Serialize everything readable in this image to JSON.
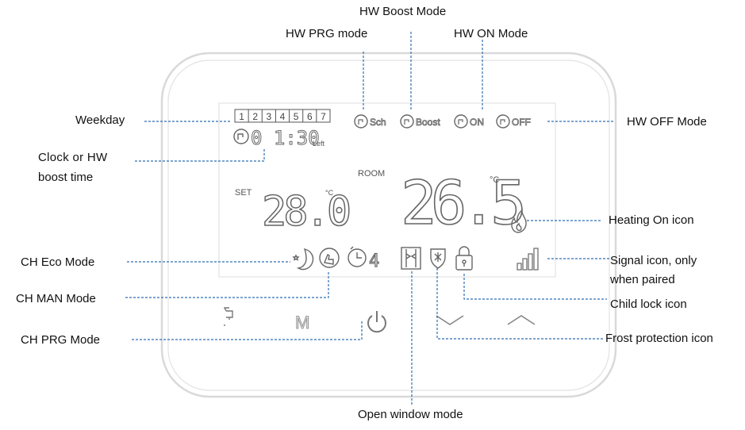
{
  "labels": {
    "hw_boost_mode": "HW Boost Mode",
    "hw_prg_mode": "HW PRG mode",
    "hw_on_mode": "HW ON Mode",
    "hw_off_mode": "HW OFF Mode",
    "weekday": "Weekday",
    "clock_line1": "Clock  or  HW",
    "clock_line2": "boost time",
    "heating_on_icon": "Heating On icon",
    "ch_eco_mode": "CH Eco Mode",
    "signal_line1": "Signal    icon,    only",
    "signal_line2": "when paired",
    "ch_man_mode": "CH MAN Mode",
    "child_lock_icon": "Child lock icon",
    "ch_prg_mode": "CH PRG Mode",
    "frost_protection_icon": "Frost protection icon",
    "open_window_mode": "Open window mode"
  },
  "lcd": {
    "weekdays": [
      "1",
      "2",
      "3",
      "4",
      "5",
      "6",
      "7"
    ],
    "hw_modes": [
      "Sch",
      "Boost",
      "ON",
      "OFF"
    ],
    "clock": "0 1:30",
    "clock_suffix": "Left",
    "room_label": "ROOM",
    "room_temp": "26.5",
    "room_unit": "°C",
    "set_label": "SET",
    "set_temp": "28.0",
    "set_unit": "°C",
    "timer_digit": "4"
  },
  "buttons": {
    "manual_label": "M"
  },
  "colors": {
    "leader_line": "#2f6db5",
    "bezel": "#d9d9d9",
    "lcd_icon": "#6b6b6b",
    "label_text": "#111111"
  }
}
